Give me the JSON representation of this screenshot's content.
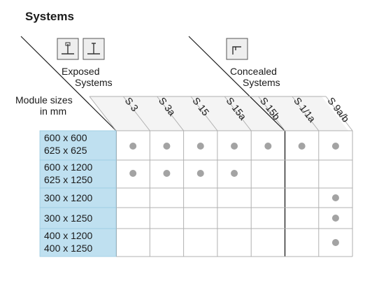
{
  "title": "Systems",
  "groups": {
    "exposed": {
      "label_line1": "Exposed",
      "label_line2": "Systems",
      "icons": [
        "exposed-grid-icon",
        "exposed-grid-tee-icon"
      ]
    },
    "concealed": {
      "label_line1": "Concealed",
      "label_line2": "Systems",
      "icons": [
        "concealed-grid-icon"
      ]
    }
  },
  "module_header": {
    "line1": "Module sizes",
    "line2": "in mm"
  },
  "columns": [
    "S 3",
    "S 3a",
    "S 15",
    "S 15a",
    "S 15b",
    "S 1/1a",
    "S 9a/b"
  ],
  "rows": [
    {
      "lines": [
        "600 x 600",
        "625 x 625"
      ],
      "marks": [
        true,
        true,
        true,
        true,
        true,
        true,
        true
      ]
    },
    {
      "lines": [
        "600 x 1200",
        "625 x 1250"
      ],
      "marks": [
        true,
        true,
        true,
        true,
        false,
        false,
        false
      ]
    },
    {
      "lines": [
        "300 x 1200"
      ],
      "marks": [
        false,
        false,
        false,
        false,
        false,
        false,
        true
      ]
    },
    {
      "lines": [
        "300 x 1250"
      ],
      "marks": [
        false,
        false,
        false,
        false,
        false,
        false,
        true
      ]
    },
    {
      "lines": [
        "400 x 1200",
        "400 x 1250"
      ],
      "marks": [
        false,
        false,
        false,
        false,
        false,
        false,
        true
      ]
    }
  ],
  "colors": {
    "row_label_bg": "#bfe0f0",
    "dot": "#a3a3a3",
    "grid": "#b0b0b0",
    "ink": "#1a1a1a"
  }
}
